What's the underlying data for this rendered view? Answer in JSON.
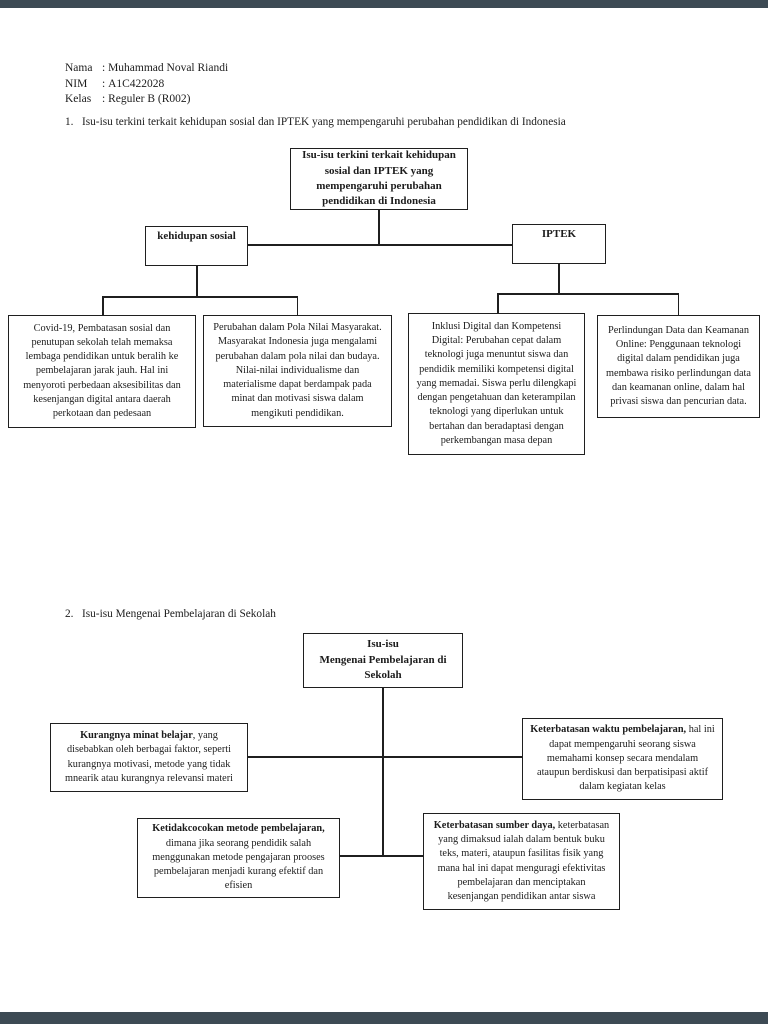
{
  "chrome": {
    "letterbox_color": "#3d4a54"
  },
  "student": {
    "rows": [
      {
        "label": "Nama",
        "sep": ":",
        "value": "Muhammad Noval Riandi"
      },
      {
        "label": "NIM",
        "sep": ":",
        "value": "A1C422028"
      },
      {
        "label": "Kelas",
        "sep": ":",
        "value": "Reguler B (R002)"
      }
    ]
  },
  "diagram1": {
    "number": "1.",
    "heading": "Isu-isu terkini terkait kehidupan sosial dan IPTEK yang mempengaruhi perubahan pendidikan di Indonesia",
    "root_lines": [
      "Isu-isu terkini terkait kehidupan",
      "sosial dan IPTEK yang",
      "mempengaruhi perubahan",
      "pendidikan di Indonesia"
    ],
    "branch_left": "kehidupan sosial",
    "branch_right": "IPTEK",
    "leaves": [
      {
        "text": "Covid-19, Pembatasan sosial dan penutupan sekolah telah memaksa lembaga pendidikan untuk beralih ke pembelajaran jarak jauh. Hal ini menyoroti perbedaan aksesibilitas dan kesenjangan digital antara daerah perkotaan dan pedesaan"
      },
      {
        "text": "Perubahan dalam Pola Nilai Masyarakat. Masyarakat Indonesia juga mengalami perubahan dalam pola nilai dan budaya. Nilai-nilai individualisme dan materialisme dapat berdampak pada minat dan motivasi siswa dalam mengikuti pendidikan."
      },
      {
        "text": "Inklusi Digital dan Kompetensi Digital: Perubahan cepat dalam teknologi juga menuntut siswa dan pendidik memiliki kompetensi digital yang memadai. Siswa perlu dilengkapi dengan pengetahuan dan keterampilan teknologi yang diperlukan untuk bertahan dan beradaptasi dengan perkembangan masa depan"
      },
      {
        "text": "Perlindungan Data dan Keamanan Online: Penggunaan teknologi digital dalam pendidikan juga membawa risiko perlindungan data dan keamanan online, dalam hal privasi siswa dan pencurian data."
      }
    ]
  },
  "diagram2": {
    "number": "2.",
    "heading": "Isu-isu Mengenai Pembelajaran di Sekolah",
    "root_lines": [
      "Isu-isu",
      "Mengenai Pembelajaran di",
      "Sekolah"
    ],
    "boxes": [
      {
        "bold": "Kurangnya minat belajar",
        "rest": ", yang disebabkan oleh berbagai faktor, seperti kurangnya motivasi, metode yang tidak mnearik atau kurangnya relevansi materi"
      },
      {
        "bold": "Keterbatasan waktu pembelajaran,",
        "rest": " hal ini dapat mempengaruhi seorang siswa memahami konsep secara mendalam ataupun berdiskusi dan berpatisipasi aktif dalam kegiatan kelas"
      },
      {
        "bold": "Ketidakcocokan metode pembelajaran,",
        "rest": " dimana jika seorang pendidik salah menggunakan metode pengajaran prooses pembelajaran menjadi kurang efektif dan efisien"
      },
      {
        "bold": "Keterbatasan sumber daya,",
        "rest": " keterbatasan yang dimaksud ialah dalam bentuk buku teks, materi, ataupun fasilitas fisik yang mana hal ini dapat menguragi efektivitas pembelajaran dan menciptakan kesenjangan pendidikan antar siswa"
      }
    ]
  }
}
